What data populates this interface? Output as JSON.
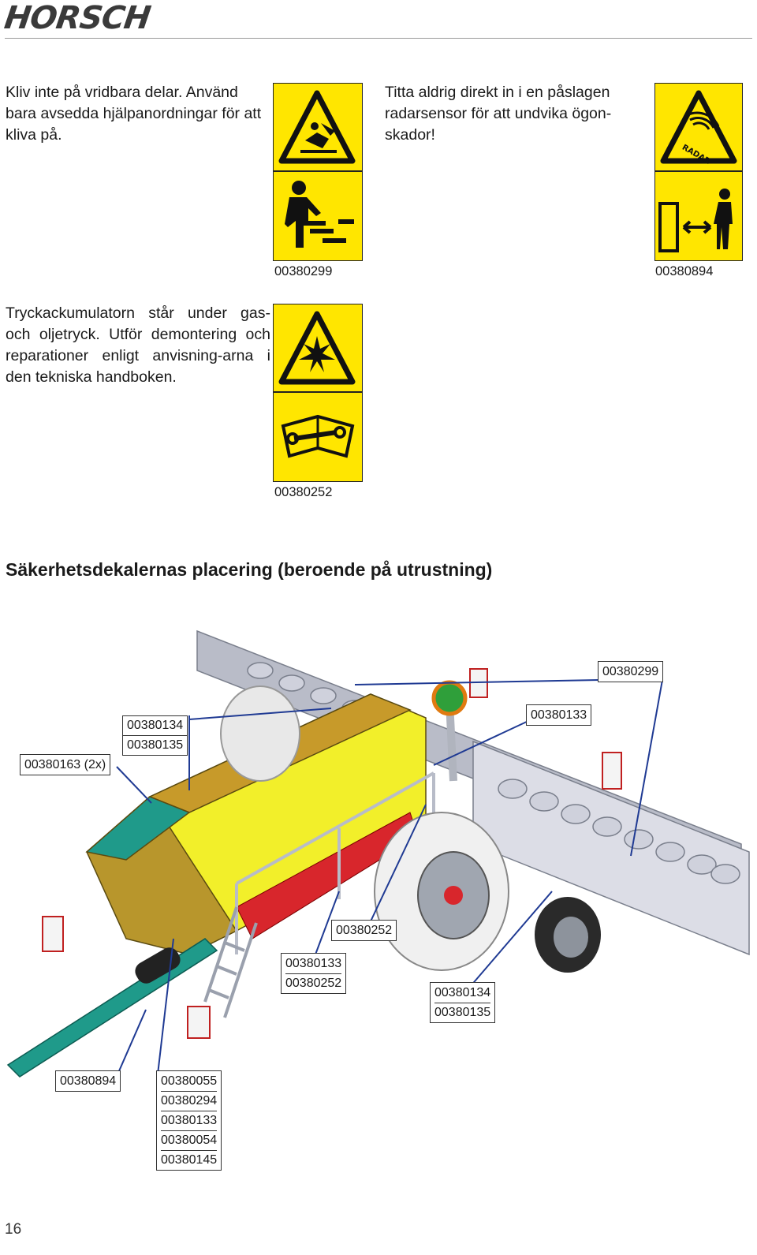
{
  "header": {
    "logo_text": "HORSCH"
  },
  "warnings": [
    {
      "text": "Kliv inte på vridbara delar. Använd bara avsedda hjälpanordningar för att kliva på.",
      "code": "00380299",
      "icon_top": "crush-hazard-icon",
      "icon_bottom": "step-person-icon"
    },
    {
      "text": "Titta aldrig direkt in i en påslagen radarsensor för att undvika ögon-skador!",
      "code": "00380894",
      "icon_top": "radar-warning-icon",
      "icon_bottom": "keep-distance-icon",
      "radar_label": "RADAR"
    },
    {
      "text": "Tryckackumulatorn står under gas- och oljetryck. Utför demontering och reparationer enligt anvisning-arna i den tekniska handboken.",
      "code": "00380252",
      "icon_top": "explosion-warning-icon",
      "icon_bottom": "manual-wrench-icon"
    }
  ],
  "section": {
    "heading": "Säkerhetsdekalernas placering (beroende på utrustning)"
  },
  "diagram_labels": [
    {
      "id": "top-right",
      "codes": [
        "00380299"
      ]
    },
    {
      "id": "upper-mid",
      "codes": [
        "00380133"
      ]
    },
    {
      "id": "upper-left",
      "codes": [
        "00380134",
        "00380135"
      ]
    },
    {
      "id": "left",
      "codes": [
        "00380163 (2x)"
      ]
    },
    {
      "id": "center-single",
      "codes": [
        "00380252"
      ]
    },
    {
      "id": "center",
      "codes": [
        "00380133",
        "00380252"
      ]
    },
    {
      "id": "right-lower",
      "codes": [
        "00380134",
        "00380135"
      ]
    },
    {
      "id": "bottom-left",
      "codes": [
        "00380894"
      ]
    },
    {
      "id": "bottom-list",
      "codes": [
        "00380055",
        "00380294",
        "00380133",
        "00380054",
        "00380145"
      ]
    }
  ],
  "colors": {
    "sticker_yellow": "#ffe600",
    "label_line_blue": "#1f3a93",
    "hopper_yellow": "#f2ef2a",
    "frame_teal": "#1f9a8a",
    "platform_red": "#d8262c"
  },
  "footer": {
    "page_number": "16"
  }
}
